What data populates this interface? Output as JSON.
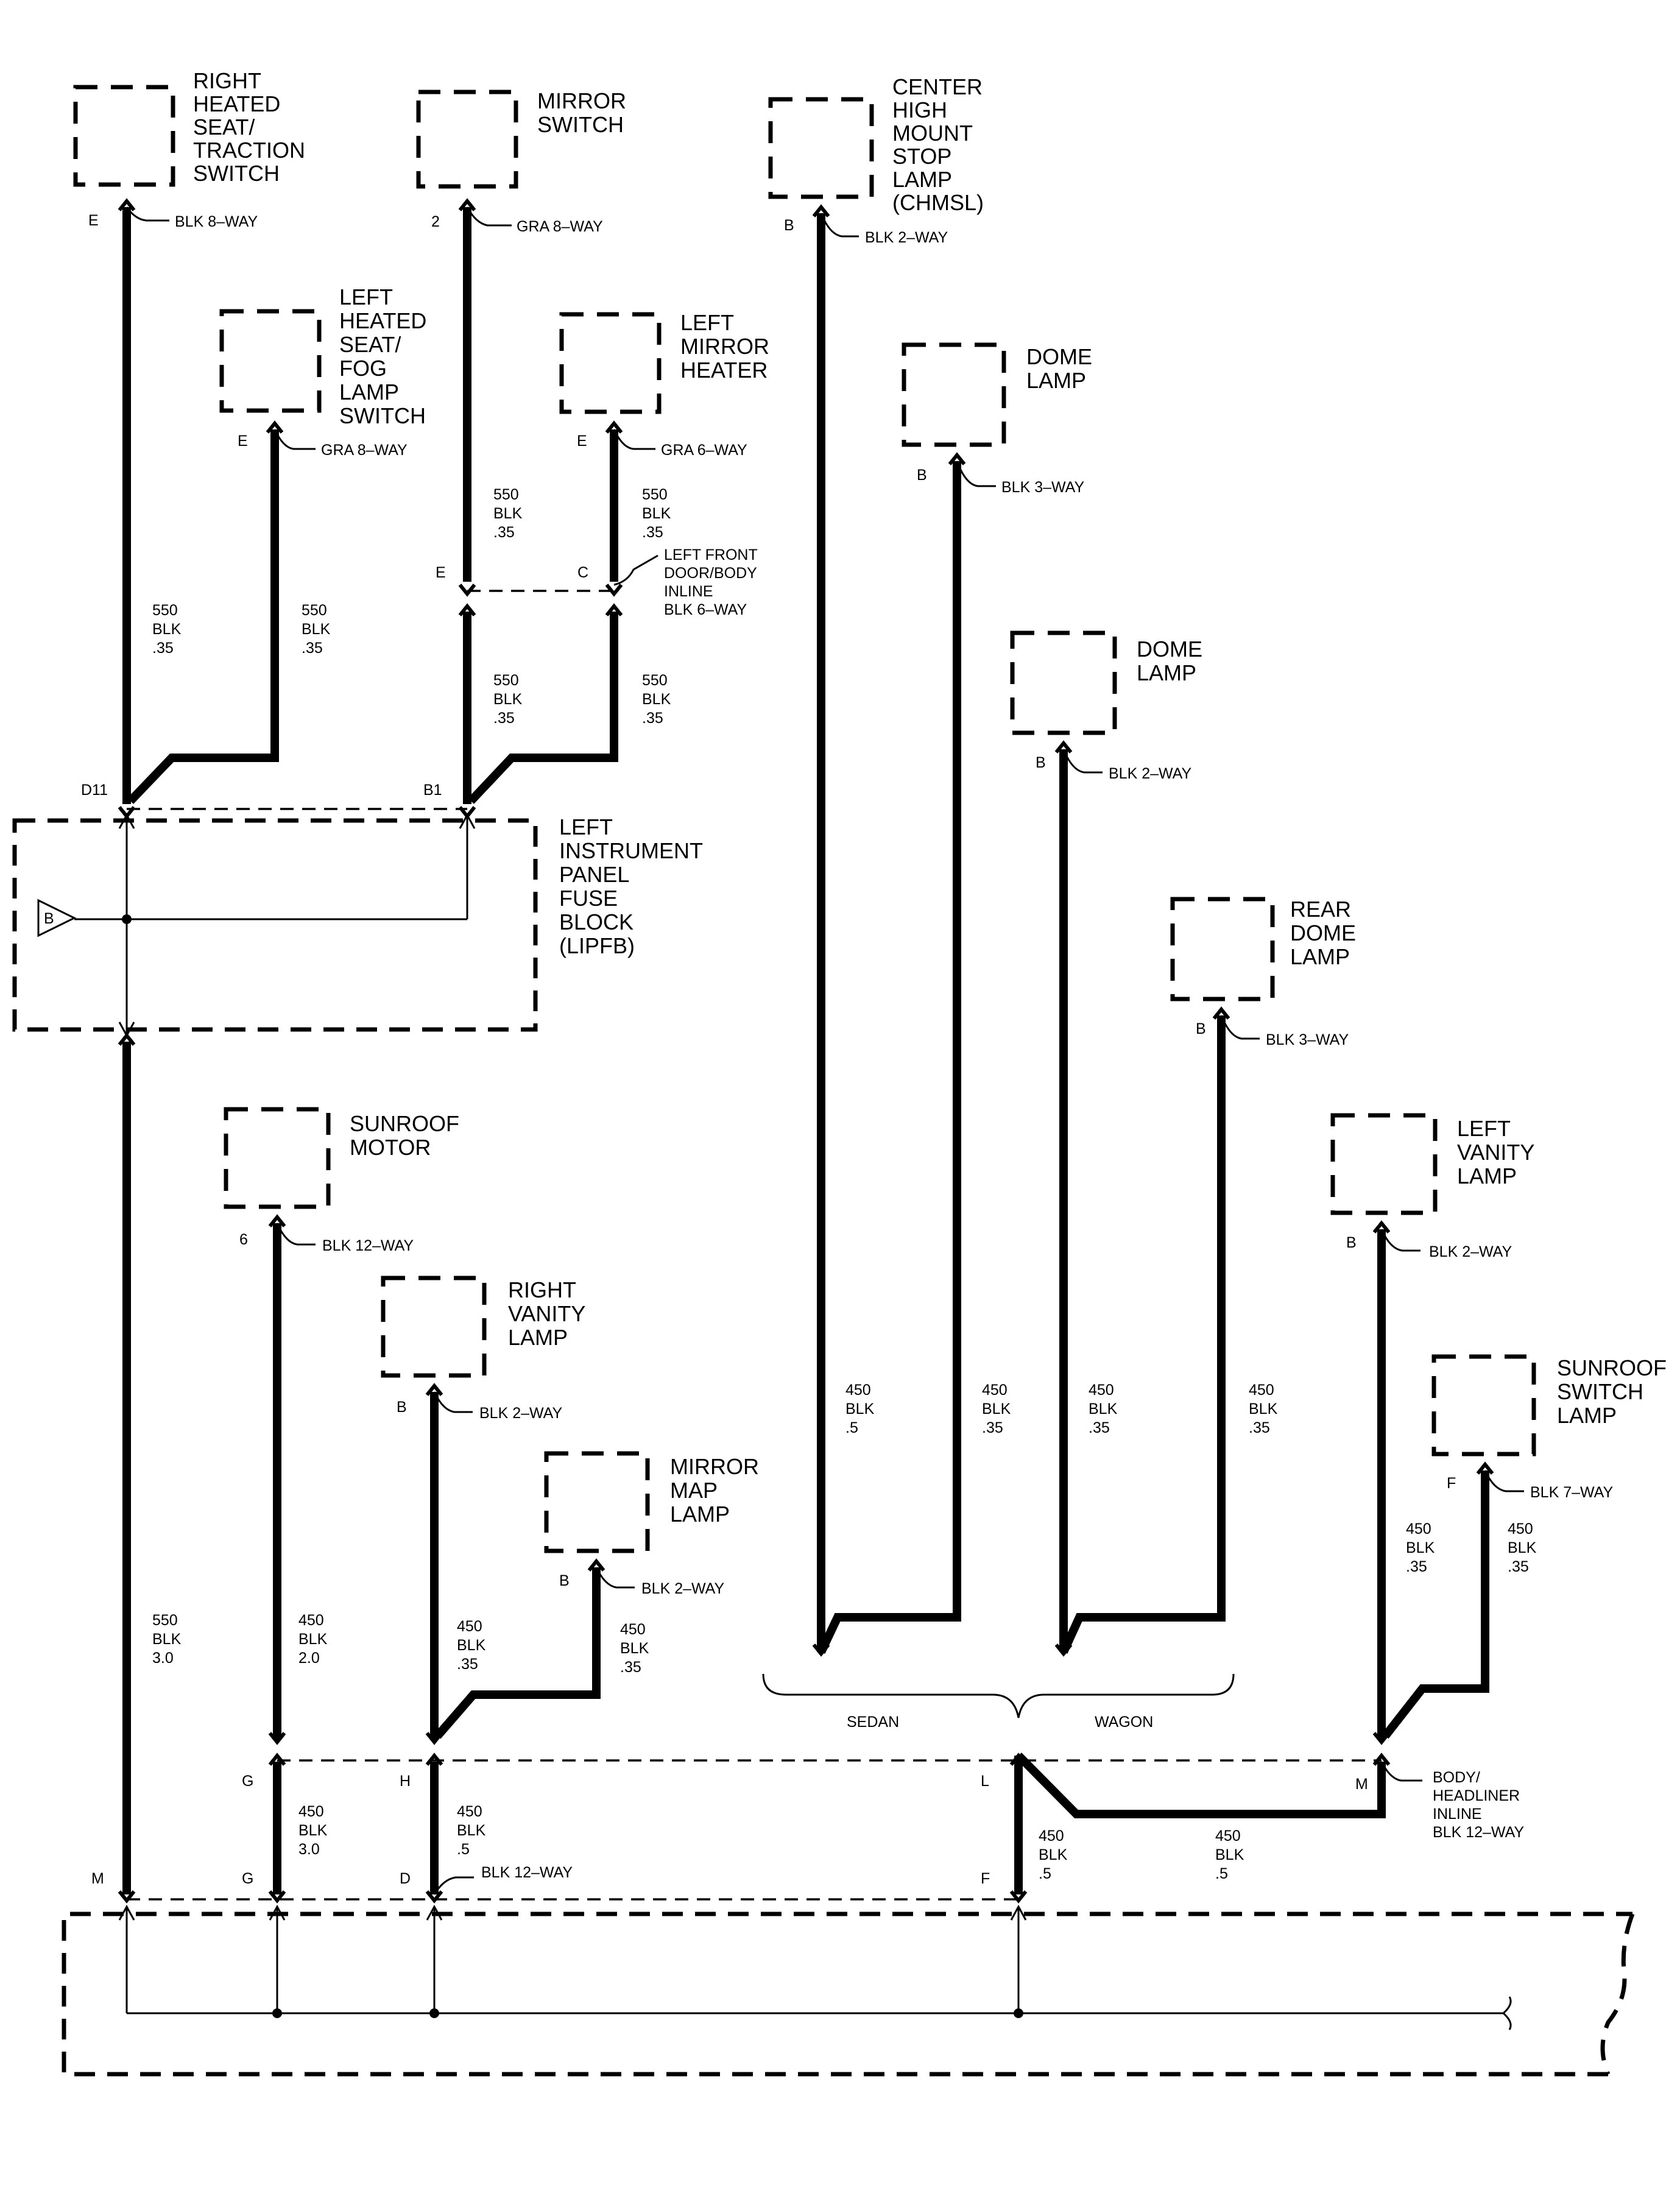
{
  "components": [
    {
      "id": "rhs",
      "lines": [
        "RIGHT",
        "HEATED",
        "SEAT/",
        "TRACTION",
        "SWITCH"
      ]
    },
    {
      "id": "ms",
      "lines": [
        "MIRROR",
        "SWITCH"
      ]
    },
    {
      "id": "chmsl",
      "lines": [
        "CENTER",
        "HIGH",
        "MOUNT",
        "STOP",
        "LAMP",
        "(CHMSL)"
      ]
    },
    {
      "id": "lhs",
      "lines": [
        "LEFT",
        "HEATED",
        "SEAT/",
        "FOG",
        "LAMP",
        "SWITCH"
      ]
    },
    {
      "id": "lmh",
      "lines": [
        "LEFT",
        "MIRROR",
        "HEATER"
      ]
    },
    {
      "id": "dome1",
      "lines": [
        "DOME",
        "LAMP"
      ]
    },
    {
      "id": "dome2",
      "lines": [
        "DOME",
        "LAMP"
      ]
    },
    {
      "id": "rdome",
      "lines": [
        "REAR",
        "DOME",
        "LAMP"
      ]
    },
    {
      "id": "lvl",
      "lines": [
        "LEFT",
        "VANITY",
        "LAMP"
      ]
    },
    {
      "id": "srm",
      "lines": [
        "SUNROOF",
        "MOTOR"
      ]
    },
    {
      "id": "rvl",
      "lines": [
        "RIGHT",
        "VANITY",
        "LAMP"
      ]
    },
    {
      "id": "mml",
      "lines": [
        "MIRROR",
        "MAP",
        "LAMP"
      ]
    },
    {
      "id": "ssl",
      "lines": [
        "SUNROOF",
        "SWITCH",
        "LAMP"
      ]
    }
  ],
  "fuse_block": {
    "lines": [
      "LEFT",
      "INSTRUMENT",
      "PANEL",
      "FUSE",
      "BLOCK",
      "(LIPFB)"
    ],
    "symbol": "B"
  },
  "connectors": [
    "BLK 8–WAY",
    "GRA 8–WAY",
    "BLK 2–WAY",
    "GRA 8–WAY",
    "GRA 6–WAY",
    "BLK 3–WAY",
    "BLK 2–WAY",
    "BLK 3–WAY",
    "BLK 2–WAY",
    "BLK 12–WAY",
    "BLK 2–WAY",
    "BLK 2–WAY",
    "BLK 7–WAY",
    "BLK 12–WAY"
  ],
  "inline_connectors": [
    {
      "lines": [
        "LEFT FRONT",
        "DOOR/BODY",
        "INLINE",
        "BLK 6–WAY"
      ]
    },
    {
      "lines": [
        "BODY/",
        "HEADLINER",
        "INLINE",
        "BLK 12–WAY"
      ]
    }
  ],
  "pins": [
    "E",
    "2",
    "B",
    "E",
    "E",
    "B",
    "B",
    "B",
    "B",
    "6",
    "B",
    "B",
    "F",
    "E",
    "C",
    "D11",
    "B1",
    "G",
    "H",
    "L",
    "M",
    "M",
    "G",
    "D",
    "F"
  ],
  "wires": [
    [
      "550",
      "BLK",
      ".35"
    ],
    [
      "550",
      "BLK",
      ".35"
    ],
    [
      "550",
      "BLK",
      ".35"
    ],
    [
      "550",
      "BLK",
      ".35"
    ],
    [
      "550",
      "BLK",
      ".35"
    ],
    [
      "550",
      "BLK",
      ".35"
    ],
    [
      "550",
      "BLK",
      "3.0"
    ],
    [
      "450",
      "BLK",
      ".5"
    ],
    [
      "450",
      "BLK",
      ".35"
    ],
    [
      "450",
      "BLK",
      ".35"
    ],
    [
      "450",
      "BLK",
      ".35"
    ],
    [
      "450",
      "BLK",
      ".35"
    ],
    [
      "450",
      "BLK",
      ".35"
    ],
    [
      "450",
      "BLK",
      "2.0"
    ],
    [
      "450",
      "BLK",
      ".35"
    ],
    [
      "450",
      "BLK",
      ".35"
    ],
    [
      "450",
      "BLK",
      "3.0"
    ],
    [
      "450",
      "BLK",
      ".5"
    ],
    [
      "450",
      "BLK",
      ".5"
    ],
    [
      "450",
      "BLK",
      ".5"
    ]
  ],
  "options": [
    "SEDAN",
    "WAGON"
  ]
}
